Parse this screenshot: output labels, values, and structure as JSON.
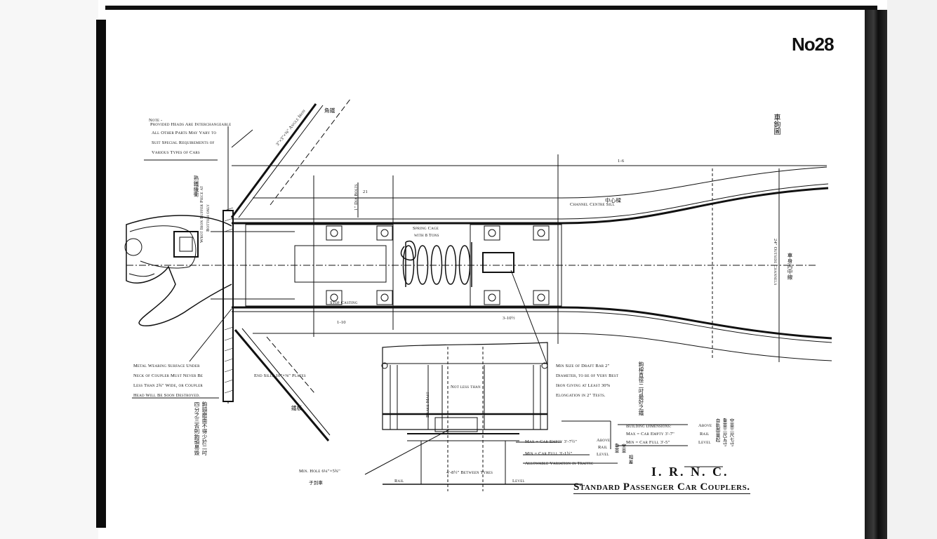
{
  "sheet_number": "No28",
  "title": {
    "line1": "I. R. N. C.",
    "line2": "Standard Passenger Car Couplers."
  },
  "notes": {
    "top_left": [
      "Note -",
      "Provided Heads Are Interchangeable",
      "All Other Parts May Vary to",
      "Suit Special Requirements of",
      "Various Types of Cars"
    ],
    "bottom_left": [
      "Metal Wearing Surface Under",
      "Neck of Coupler Must Never Be",
      "Less Than 2¾\" Wide, or Coupler",
      "Head Will Be Soon Destroyed."
    ],
    "draft_bar": [
      "Min Size of Draft Bar 2\"",
      "Diameter, to be of Very Best",
      "Iron Giving at Least 30%",
      "Elongation in 2\" Tests."
    ]
  },
  "labels": {
    "wrought_iron": [
      "Wrot Iron Buffer Piece at",
      "Bottom only"
    ],
    "angle_iron": "3\"×3\"×⅜\" Angle Iron",
    "channel_sill": "Channel Centre Sill",
    "spring_cage": "Spring Cage",
    "spring_tons": "with 8 Tons",
    "stop_casting": "Stop Casting",
    "end_sills": "End Sills 10\"×⅜\" Plates",
    "outside_channels": "24\" Outside Channels",
    "brake_mast": "Brake Mast",
    "not_less_than": "Not less than",
    "dim_1_6": "1-6",
    "dim_1_10": "1-10",
    "dim_3_10": "3-10½",
    "dim_center": "1\" Dia Bolts",
    "dim_21": "21"
  },
  "building_dimensions": {
    "heading": "Building Dimensions:",
    "rows": [
      "Max = Car Empty 3'-7\"",
      "Min = Car Full 3'-5\""
    ],
    "side": [
      "Above",
      "Rail",
      "Level"
    ]
  },
  "traffic": {
    "rows": [
      "Max = Car Empty 3'-7½\"",
      "Min = Car Full 3'-1½\""
    ],
    "side": [
      "Above",
      "Rail",
      "Level"
    ],
    "variation": "Allowable Variation in Traffic",
    "min_hole": "Min. Hole 6¼\"×5¾\"",
    "rail": "Rail",
    "between_tyres": "4'-8½\" Between Tyres",
    "level": "Level"
  },
  "chinese": {
    "top_right": "車鉤圖",
    "center_sill": "中心樑",
    "center_beam_right": "車身內中線",
    "draft_bar": "鉤桿直徑二吋最好之鐵",
    "wrought_iron": "熟鐵緩衝",
    "angle": "角鐵",
    "plate": "鐵板",
    "small_note": "子到車",
    "bottom_left": [
      "鉤頸磨面不得少於二吋",
      "四分之三否則鉤頭易毀"
    ],
    "building": [
      "空車三尺七寸",
      "重車三尺五寸",
      "自軌面量起"
    ],
    "traffic": [
      "空車",
      "重車",
      "相差"
    ],
    "buffer": [
      "緩衝"
    ]
  }
}
